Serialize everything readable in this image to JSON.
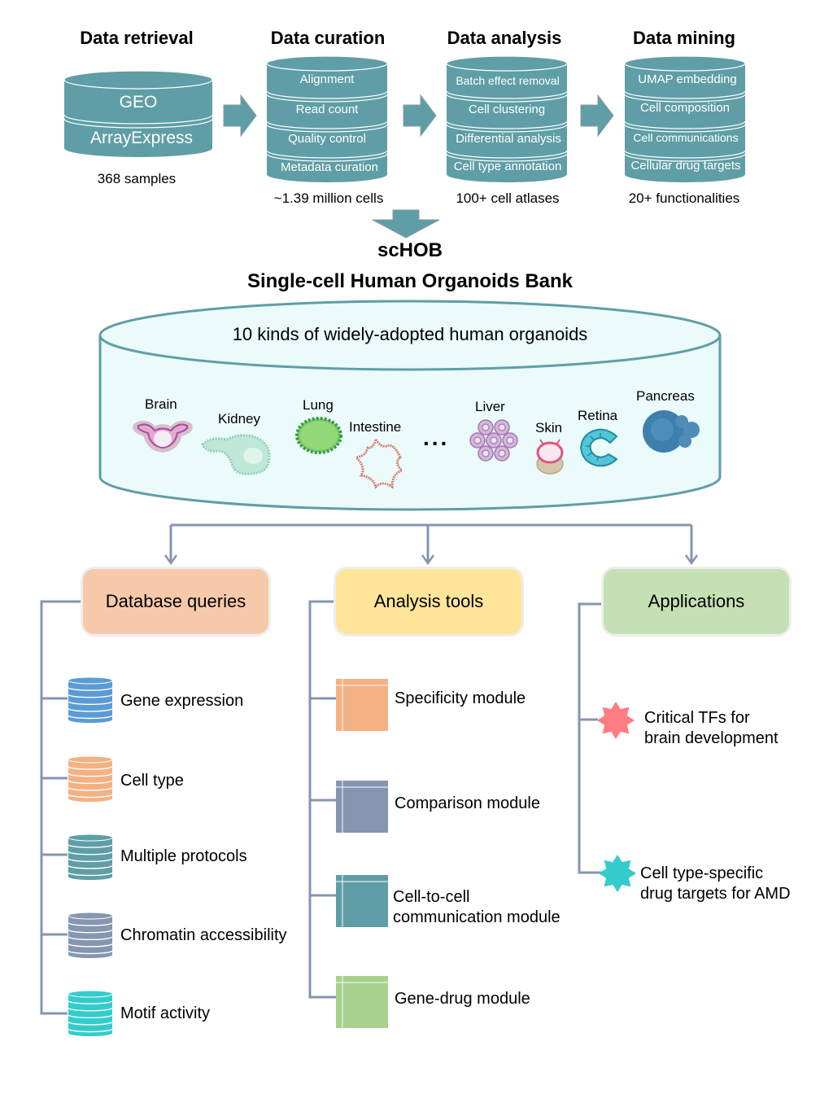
{
  "pipeline": {
    "stages": [
      {
        "title": "Data retrieval",
        "layers": [
          "GEO",
          "ArrayExpress"
        ],
        "caption": "368 samples"
      },
      {
        "title": "Data curation",
        "layers": [
          "Alignment",
          "Read count",
          "Quality control",
          "Metadata curation"
        ],
        "caption": "~1.39 million cells"
      },
      {
        "title": "Data analysis",
        "layers": [
          "Batch effect removal",
          "Cell clustering",
          "Differential analysis",
          "Cell type annotation"
        ],
        "caption": "100+ cell atlases"
      },
      {
        "title": "Data mining",
        "layers": [
          "UMAP embedding",
          "Cell composition",
          "Cell communications",
          "Cellular drug targets"
        ],
        "caption": "20+ functionalities"
      }
    ],
    "colors": {
      "db_fill": "#5f9ea6",
      "arrow_fill": "#5f9ea6",
      "arrow_stroke": "#8a9aa0"
    }
  },
  "database": {
    "name": "scHOB",
    "full_name": "Single-cell Human Organoids Bank",
    "description": "10 kinds of widely-adopted human organoids",
    "ellipsis": "...",
    "organoids": [
      {
        "name": "Brain",
        "icon": "brain-organoid-icon"
      },
      {
        "name": "Kidney",
        "icon": "kidney-organoid-icon"
      },
      {
        "name": "Lung",
        "icon": "lung-organoid-icon"
      },
      {
        "name": "Intestine",
        "icon": "intestine-organoid-icon"
      },
      {
        "name": "Liver",
        "icon": "liver-organoid-icon"
      },
      {
        "name": "Skin",
        "icon": "skin-organoid-icon"
      },
      {
        "name": "Retina",
        "icon": "retina-organoid-icon"
      },
      {
        "name": "Pancreas",
        "icon": "pancreas-organoid-icon"
      }
    ],
    "colors": {
      "fill": "#ebfafa",
      "stroke": "#5f9ea6"
    }
  },
  "categories": [
    {
      "title": "Database queries",
      "color": "#f6c9ab",
      "items": [
        {
          "label": "Gene expression",
          "icon": "database-icon",
          "color": "#5b9bd5"
        },
        {
          "label": "Cell type",
          "icon": "database-icon",
          "color": "#f4b183"
        },
        {
          "label": "Multiple protocols",
          "icon": "database-icon",
          "color": "#5f9ea6"
        },
        {
          "label": "Chromatin accessibility",
          "icon": "database-icon",
          "color": "#8496b0"
        },
        {
          "label": "Motif activity",
          "icon": "database-icon",
          "color": "#33cccc"
        }
      ]
    },
    {
      "title": "Analysis tools",
      "color": "#fee599",
      "items": [
        {
          "label": "Specificity module",
          "icon": "table-icon",
          "color": "#f4b183"
        },
        {
          "label": "Comparison module",
          "icon": "table-icon",
          "color": "#8496b0"
        },
        {
          "label": "Cell-to-cell communication module",
          "lines": [
            "Cell-to-cell",
            "communication module"
          ],
          "icon": "table-icon",
          "color": "#5f9ea6"
        },
        {
          "label": "Gene-drug module",
          "icon": "table-icon",
          "color": "#a9d18e"
        }
      ]
    },
    {
      "title": "Applications",
      "color": "#c5e0b4",
      "items": [
        {
          "label": "Critical TFs for brain development",
          "lines": [
            "Critical TFs for",
            "brain development"
          ],
          "icon": "star-icon",
          "color": "#ff7c80"
        },
        {
          "label": "Cell type-specific drug targets for AMD",
          "lines": [
            "Cell type-specific",
            "drug targets for AMD"
          ],
          "icon": "star-icon",
          "color": "#33cccc"
        }
      ]
    }
  ],
  "connector_color": "#8496b0"
}
